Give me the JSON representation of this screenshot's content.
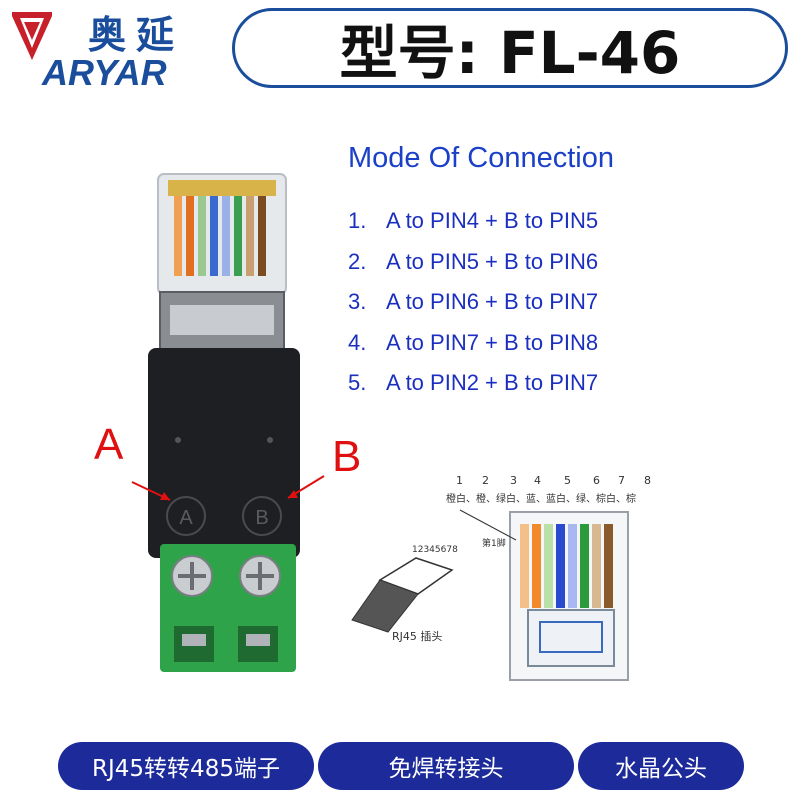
{
  "logo": {
    "chinese": "奥延",
    "english": "ARYAR"
  },
  "model": {
    "text": "型号: FL-46"
  },
  "connection": {
    "title": "Mode Of Connection",
    "items": [
      {
        "num": "1.",
        "text": "A to PIN4 + B to PIN5"
      },
      {
        "num": "2.",
        "text": "A to PIN5 + B to PIN6"
      },
      {
        "num": "3.",
        "text": "A to PIN6 + B to PIN7"
      },
      {
        "num": "4.",
        "text": "A to PIN7 + B to PIN8"
      },
      {
        "num": "5.",
        "text": "A to PIN2 + B to PIN7"
      }
    ]
  },
  "product": {
    "label_a": "A",
    "label_b": "B",
    "terminal_a": "A",
    "terminal_b": "B"
  },
  "diagram": {
    "pin_numbers": [
      "1",
      "2",
      "3",
      "4",
      "5",
      "6",
      "7",
      "8"
    ],
    "colors_text": "橙白、橙、绿白、蓝、蓝白、绿、棕白、棕",
    "pin1_label": "第1脚",
    "plug_numbers": "12345678",
    "plug_label": "RJ45 插头"
  },
  "bottom": {
    "pill1": "RJ45转转485端子",
    "pill2": "免焊转接头",
    "pill3": "水晶公头"
  },
  "colors": {
    "brand_blue": "#1a4d9c",
    "text_blue": "#1a3fc8",
    "label_red": "#e01010",
    "terminal_green": "#2fa34a",
    "pill_bg": "#1c2a9a"
  }
}
